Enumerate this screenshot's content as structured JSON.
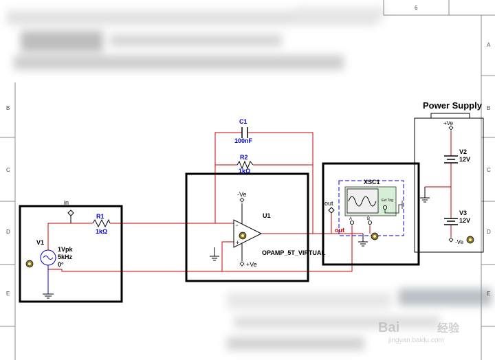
{
  "sheet": {
    "column_label": "6",
    "row_labels": [
      "A",
      "B",
      "C",
      "D",
      "E"
    ]
  },
  "schematic": {
    "v1": {
      "name": "V1",
      "amplitude": "1Vpk",
      "frequency": "5kHz",
      "phase": "0°"
    },
    "input_port": {
      "label": "in"
    },
    "r1": {
      "name": "R1",
      "value": "1kΩ"
    },
    "c1": {
      "name": "C1",
      "value": "100nF"
    },
    "r2": {
      "name": "R2",
      "value": "1kΩ"
    },
    "u1": {
      "name": "U1",
      "model": "OPAMP_5T_VIRTUAL",
      "neg_supply": "-Ve",
      "pos_supply": "+Ve",
      "minus_pin": "-",
      "plus_pin": "+"
    },
    "output": {
      "port_label": "out",
      "net_label": "out"
    },
    "scope": {
      "name": "XSC1",
      "ext_trig": "Ext Trig",
      "channel_a": "A",
      "channel_b": "B"
    },
    "power_supply": {
      "title": "Power Supply",
      "pos_label": "+Ve",
      "neg_label": "-Ve",
      "v2_name": "V2",
      "v2_value": "12V",
      "v3_name": "V3",
      "v3_value": "12V"
    }
  },
  "watermark": {
    "brand": "Bai",
    "brand_cn": "经验",
    "url": "jingyan.baidu.com"
  },
  "colors": {
    "wire": "#cc0000",
    "component": "#0000cc",
    "highlight_box": "#000000",
    "sheet_border": "#888888",
    "scope_screen": "#d6efd6"
  }
}
